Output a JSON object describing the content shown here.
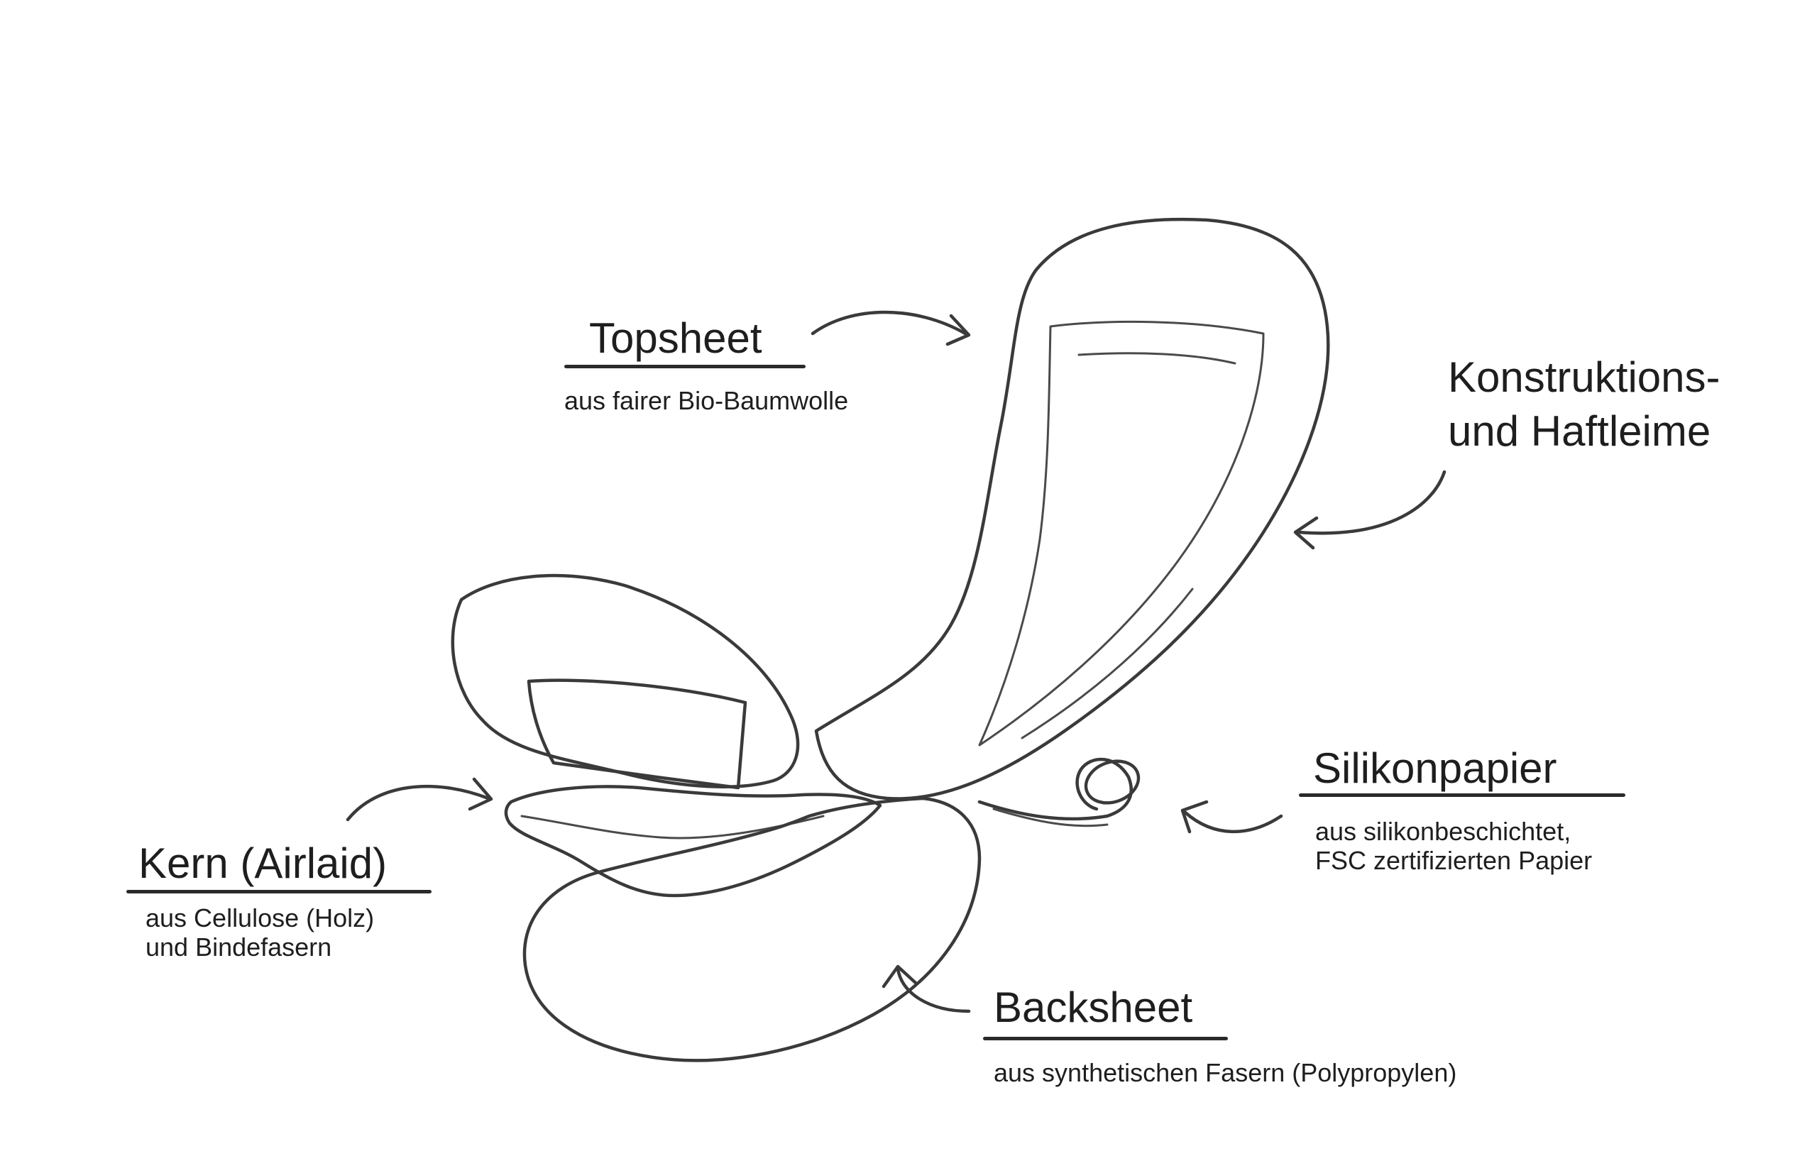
{
  "labels": {
    "topsheet": {
      "title": "Topsheet",
      "sub": "aus fairer Bio-Baumwolle"
    },
    "glue": {
      "line1": "Konstruktions-",
      "line2": "und Haftleime"
    },
    "core": {
      "title": "Kern (Airlaid)",
      "sub1": "aus Cellulose (Holz)",
      "sub2": "und Bindefasern"
    },
    "silicone": {
      "title": "Silikonpapier",
      "sub1": "aus silikonbeschichtet,",
      "sub2": "FSC zertifizierten Papier"
    },
    "backsheet": {
      "title": "Backsheet",
      "sub": "aus synthetischen Fasern (Polypropylen)"
    }
  },
  "colors": {
    "ink": "#3a3a3a",
    "text": "#1e1e1e",
    "background": "#ffffff"
  }
}
